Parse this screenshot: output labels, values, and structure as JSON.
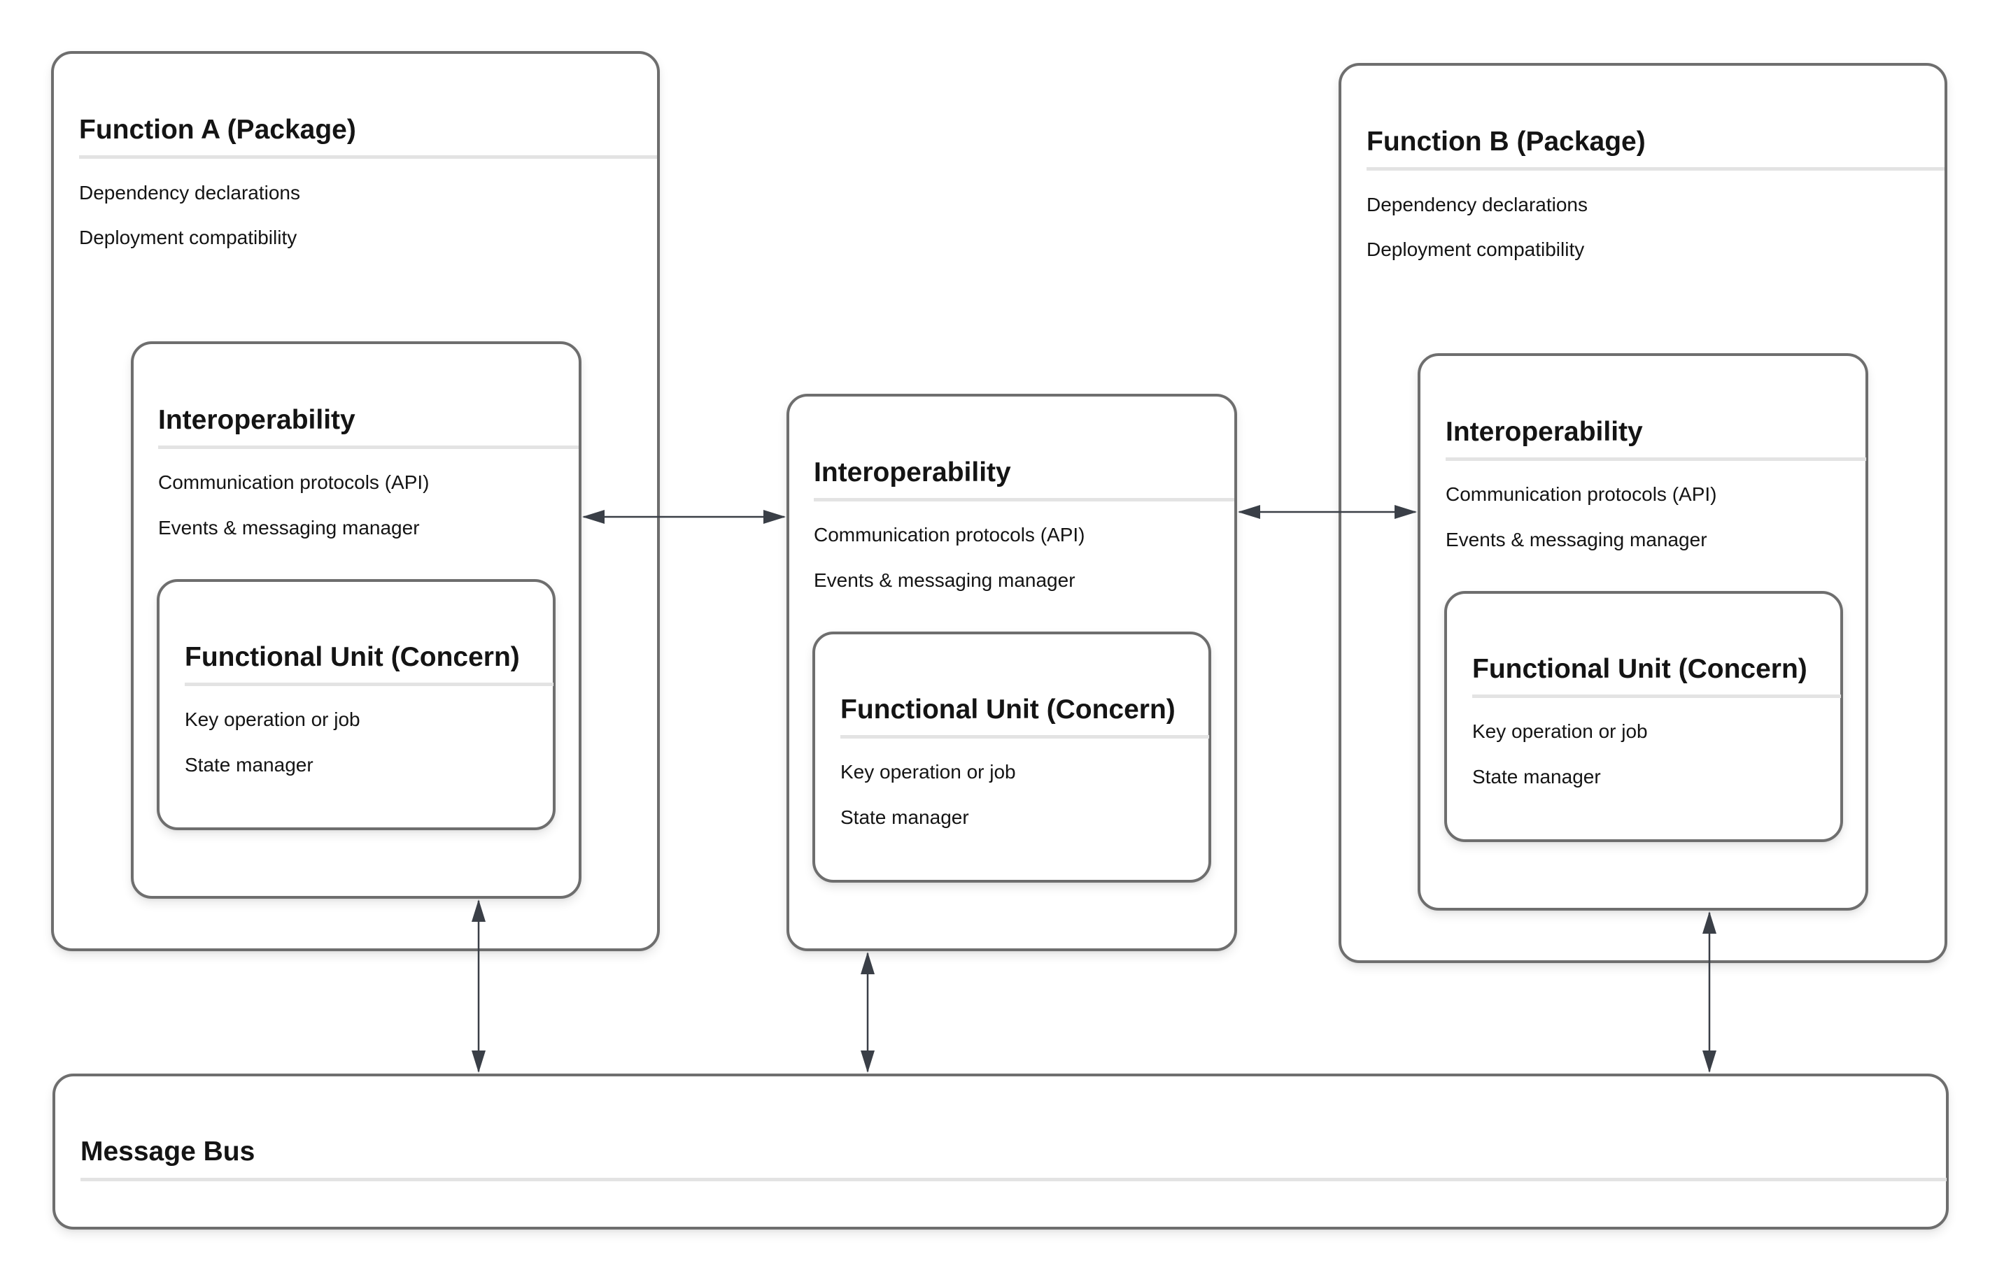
{
  "function_a": {
    "title": "Function A (Package)",
    "items": [
      "Dependency declarations",
      "Deployment compatibility"
    ],
    "interop": {
      "title": "Interoperability",
      "items": [
        "Communication protocols (API)",
        "Events & messaging manager"
      ],
      "unit": {
        "title": "Functional Unit (Concern)",
        "items": [
          "Key operation or job",
          "State manager"
        ]
      }
    }
  },
  "middle": {
    "interop": {
      "title": "Interoperability",
      "items": [
        "Communication protocols (API)",
        "Events & messaging manager"
      ],
      "unit": {
        "title": "Functional Unit (Concern)",
        "items": [
          "Key operation or job",
          "State manager"
        ]
      }
    }
  },
  "function_b": {
    "title": "Function B (Package)",
    "items": [
      "Dependency declarations",
      "Deployment compatibility"
    ],
    "interop": {
      "title": "Interoperability",
      "items": [
        "Communication protocols (API)",
        "Events & messaging manager"
      ],
      "unit": {
        "title": "Functional Unit (Concern)",
        "items": [
          "Key operation or job",
          "State manager"
        ]
      }
    }
  },
  "message_bus": {
    "title": "Message Bus"
  },
  "colors": {
    "border": "#6e6e6e",
    "divider": "#e3e3e3",
    "arrow": "#3a3f47",
    "text": "#141414"
  }
}
